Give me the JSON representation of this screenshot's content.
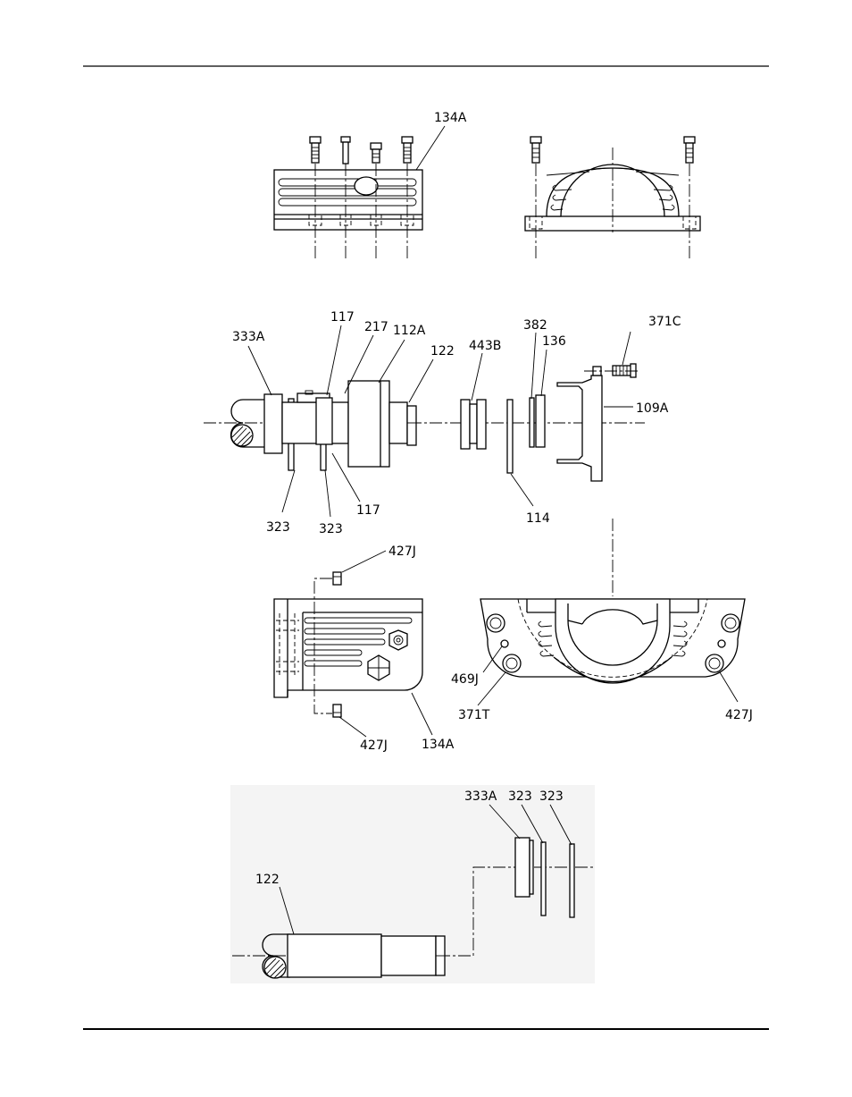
{
  "labels": {
    "top_134A": "134A",
    "mid_117_top": "117",
    "mid_333A": "333A",
    "mid_217": "217",
    "mid_112A": "112A",
    "mid_122": "122",
    "mid_443B": "443B",
    "mid_382": "382",
    "mid_136": "136",
    "mid_371C": "371C",
    "mid_109A": "109A",
    "mid_323_left": "323",
    "mid_323_right": "323",
    "mid_117_bottom": "117",
    "mid_114": "114",
    "low_427J_top": "427J",
    "low_469J": "469J",
    "low_371T": "371T",
    "low_427J_right": "427J",
    "low_427J_bottom": "427J",
    "low_134A": "134A",
    "bot_333A": "333A",
    "bot_323_a": "323",
    "bot_323_b": "323",
    "bot_122": "122"
  },
  "colors": {
    "ink": "#000000",
    "paper": "#ffffff",
    "bottom_panel": "#f4f4f4"
  }
}
